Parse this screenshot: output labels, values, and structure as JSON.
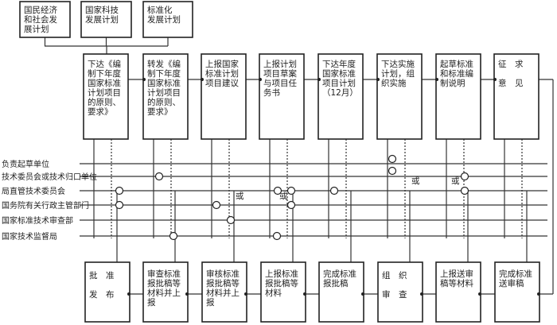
{
  "sources": [
    {
      "lines": [
        "国民经济",
        "和社会发",
        "展计划"
      ]
    },
    {
      "lines": [
        "国家科技",
        "发展计划"
      ]
    },
    {
      "lines": [
        "标准化",
        "发展计划"
      ]
    }
  ],
  "top_steps": [
    {
      "lines": [
        "下达《编",
        "制下年度",
        "国家标准",
        "计划项目",
        "的原则、",
        "要求》"
      ]
    },
    {
      "lines": [
        "转发《编",
        "制下年度",
        "国家标准",
        "计划项目",
        "的原则、",
        "要求》"
      ]
    },
    {
      "lines": [
        "上报国家",
        "标准计划",
        "项目建议"
      ]
    },
    {
      "lines": [
        "上报计划",
        "项目草案",
        "与项目任",
        "务书"
      ]
    },
    {
      "lines": [
        "下达年度",
        "国家标准",
        "项目计划",
        "（12月）"
      ]
    },
    {
      "lines": [
        "下达实施",
        "计划，组",
        "织实施"
      ]
    },
    {
      "lines": [
        "起草标准",
        "和标准编",
        "制说明"
      ]
    },
    {
      "lines": [
        "征　求",
        "",
        "意　见"
      ]
    }
  ],
  "bottom_steps": [
    {
      "lines": [
        "批　准",
        "",
        "发　布"
      ]
    },
    {
      "lines": [
        "审查标准",
        "报批稿等",
        "材料并上",
        "报"
      ]
    },
    {
      "lines": [
        "审核标准",
        "报批稿等",
        "材料并上",
        "报"
      ]
    },
    {
      "lines": [
        "上报标准",
        "报批稿等",
        "材料"
      ]
    },
    {
      "lines": [
        "完成标准",
        "报批稿"
      ]
    },
    {
      "lines": [
        "组　织",
        "",
        "审　查"
      ]
    },
    {
      "lines": [
        "上报送审",
        "稿等材料"
      ]
    },
    {
      "lines": [
        "完成标准",
        "送审稿"
      ]
    }
  ],
  "roles": [
    "负责起草单位",
    "技术委员会或技术归口单位",
    "局直管技术委员会",
    "国务院有关行政主管部门",
    "国家标准技术审查部",
    "国家技术监督局"
  ],
  "or_label": "或"
}
